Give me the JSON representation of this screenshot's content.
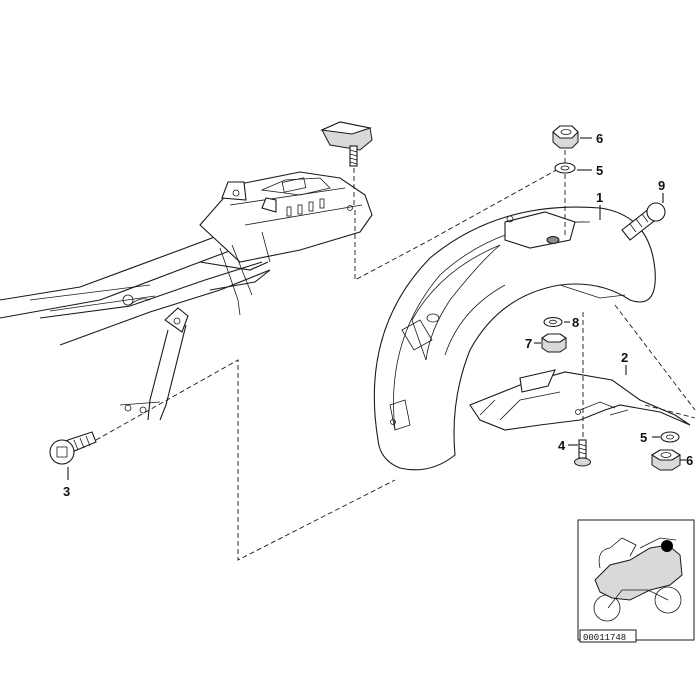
{
  "callouts": {
    "fender": "1",
    "fender_liner": "2",
    "frame_bolt": "3",
    "liner_screw": "4",
    "washer_top": "5",
    "washer_bottom": "5",
    "nut_top": "6",
    "nut_bottom": "6",
    "lower_nut": "7",
    "lower_washer": "8",
    "fender_bolt": "9"
  },
  "thumbnail": {
    "reference_code": "00011748",
    "marker_color": "#000000"
  },
  "colors": {
    "line": "#1a1a1a",
    "background": "#ffffff"
  }
}
